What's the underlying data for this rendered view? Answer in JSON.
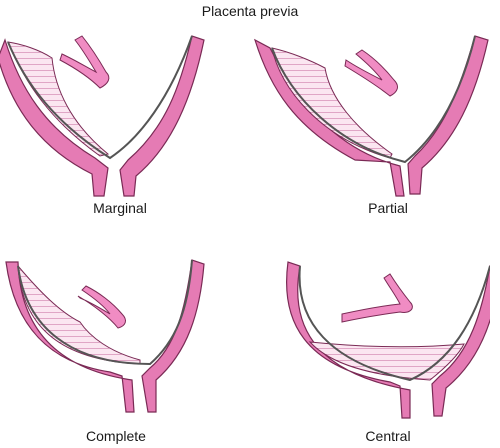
{
  "title": "Placenta previa",
  "colors": {
    "uterus_fill": "#e57bb4",
    "uterus_stroke": "#7a2a55",
    "placenta_fill": "#fbe6f1",
    "hatch": "#c4669c",
    "cord_fill": "#f08cc3",
    "membrane": "#555555"
  },
  "panels": [
    {
      "label": "Marginal"
    },
    {
      "label": "Partial"
    },
    {
      "label": "Complete"
    },
    {
      "label": "Central"
    }
  ]
}
